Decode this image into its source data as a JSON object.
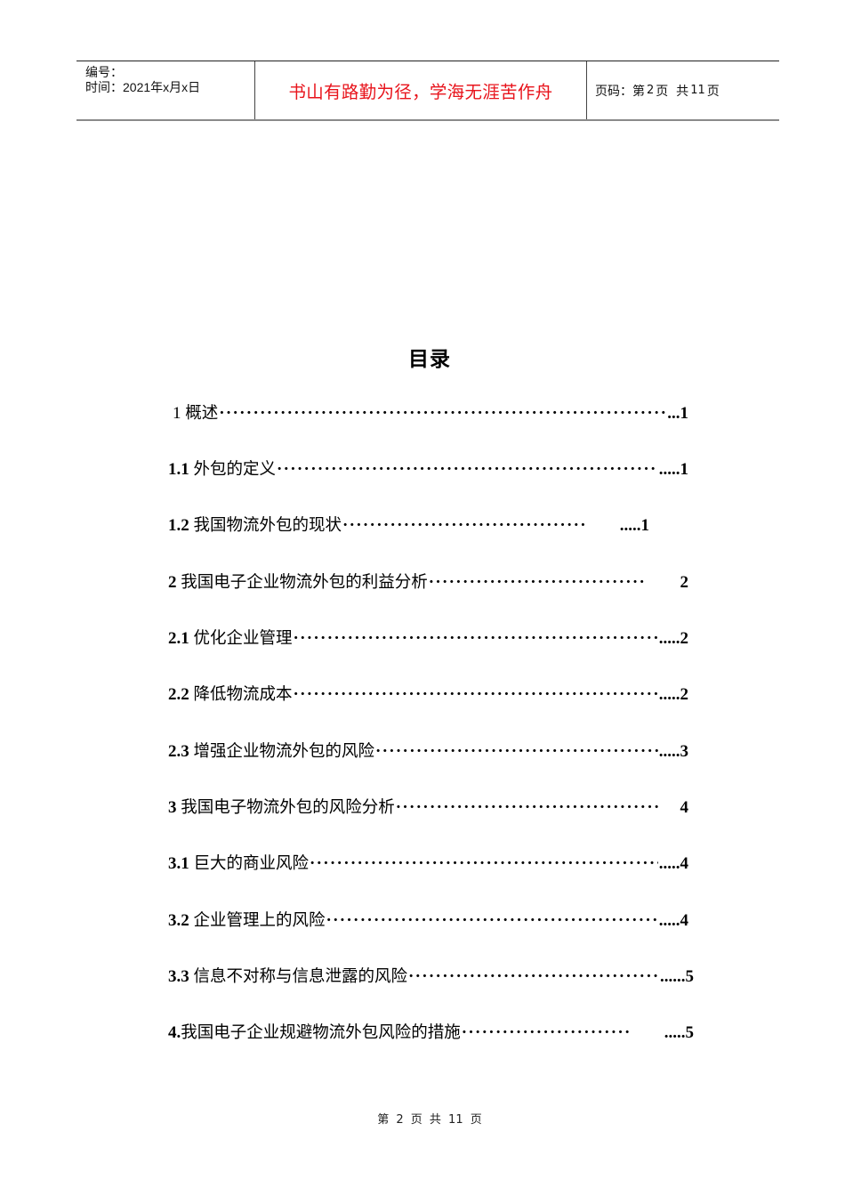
{
  "header": {
    "serial_label": "编号：",
    "time_label": "时间：2021年x月x日",
    "motto": "书山有路勤为径，学海无涯苦作舟",
    "page_prefix": "页码：第",
    "page_current": "2",
    "page_mid": "页  共",
    "page_total": "11",
    "page_suffix": "页",
    "motto_color": "#e8141c"
  },
  "toc": {
    "title": "目录",
    "entries": [
      {
        "num": "1",
        "text": "概述",
        "leader": "··············································································",
        "page_dots": "...",
        "page": "1"
      },
      {
        "num": "1.1",
        "text": "外包的定义",
        "leader": "···································································",
        "page_dots": ".....",
        "page": "1"
      },
      {
        "num": "1.2",
        "text": "我国物流外包的现状",
        "leader": "····································",
        "page_dots": ".....",
        "page": "1"
      },
      {
        "num": "2",
        "text": "我国电子企业物流外包的利益分析",
        "leader": "································",
        "page_dots": "",
        "page": "2"
      },
      {
        "num": "2.1",
        "text": "优化企业管理",
        "leader": "··································································",
        "page_dots": ".....",
        "page": "2"
      },
      {
        "num": "2.2",
        "text": "降低物流成本",
        "leader": "··································································",
        "page_dots": ".....",
        "page": "2"
      },
      {
        "num": "2.3",
        "text": "增强企业物流外包的风险",
        "leader": "··························································",
        "page_dots": ".....",
        "page": "3"
      },
      {
        "num": "3",
        "text": "我国电子物流外包的风险分析",
        "leader": "·······································",
        "page_dots": "",
        "page": "4"
      },
      {
        "num": "3.1",
        "text": "巨大的商业风险",
        "leader": "···························································",
        "page_dots": ".....",
        "page": "4"
      },
      {
        "num": "3.2",
        "text": "企业管理上的风险",
        "leader": "·························································",
        "page_dots": ".....",
        "page": "4"
      },
      {
        "num": "3.3",
        "text": "信息不对称与信息泄露的风险",
        "leader": "······································",
        "page_dots": "......",
        "page": "5"
      },
      {
        "num": "4.",
        "text": "我国电子企业规避物流外包风险的措施",
        "leader": "·························",
        "page_dots": ".....",
        "page": "5"
      }
    ]
  },
  "footer": {
    "text": "第 2 页 共 11 页"
  }
}
